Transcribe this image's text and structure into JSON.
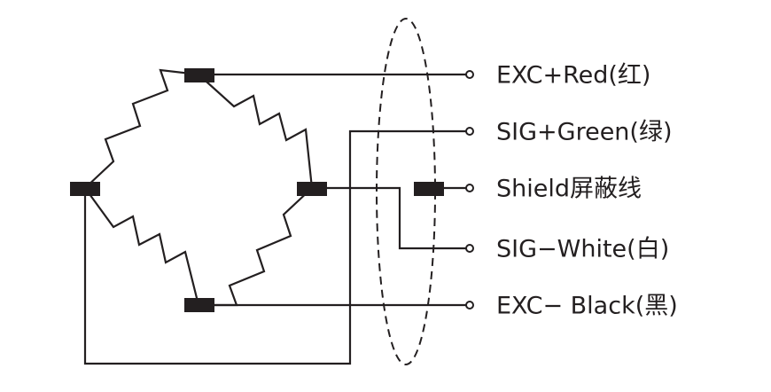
{
  "labels": {
    "exc_plus": "EXC+Red(红)",
    "sig_plus": "SIG+Green(绿)",
    "shield": "Shield屏蔽线",
    "sig_minus": "SIG−White(白)",
    "exc_minus": "EXC− Black(黑)"
  },
  "colors": {
    "line": "#231f20",
    "background": "#ffffff"
  }
}
